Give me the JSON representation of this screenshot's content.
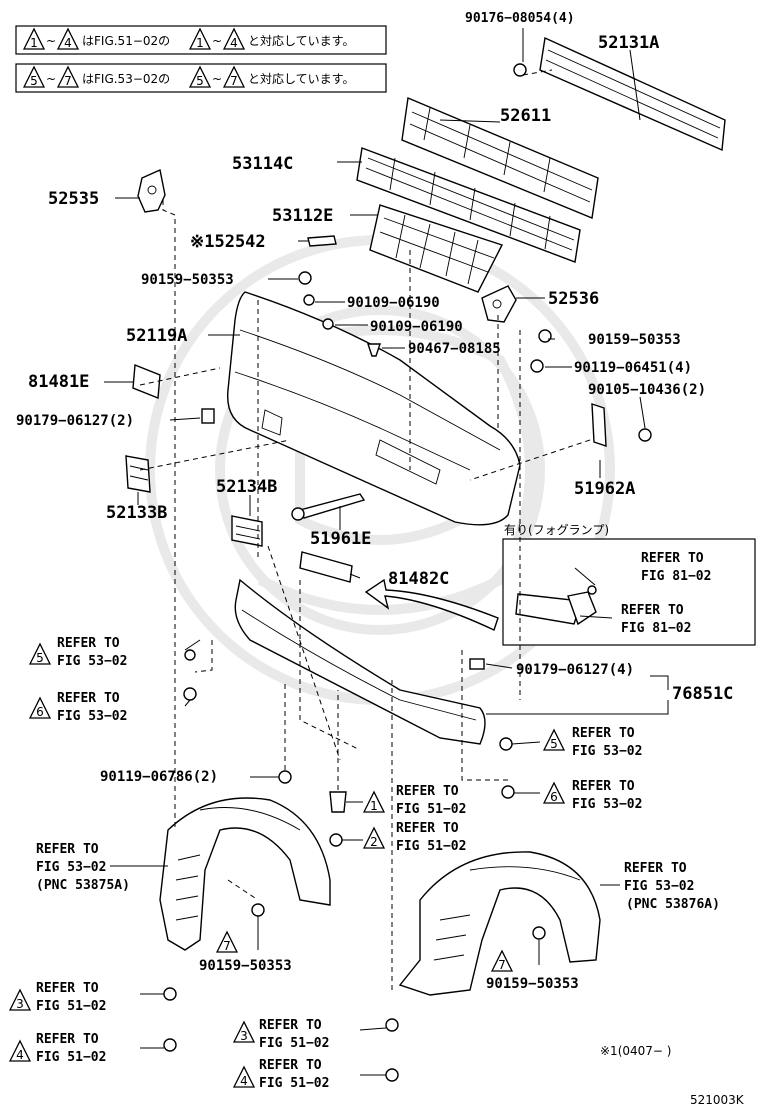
{
  "notes": {
    "line1": {
      "n1": "1",
      "t1": "~",
      "n2": "4",
      "t2": "はFIG.51−02の",
      "n3": "1",
      "t3": "~",
      "n4": "4",
      "t4": "と対応しています。"
    },
    "line2": {
      "n1": "5",
      "t1": "~",
      "n2": "7",
      "t2": "はFIG.53−02の",
      "n3": "5",
      "t3": "~",
      "n4": "7",
      "t4": "と対応しています。"
    }
  },
  "inset": {
    "title": "有り(フォグランプ)"
  },
  "footnote": "※1(0407−      )",
  "figure_code": "521003K",
  "parts": {
    "p52131A": "52131A",
    "p90176": "90176−08054(4)",
    "p52611": "52611",
    "p53114C": "53114C",
    "p52535": "52535",
    "p53112E": "53112E",
    "p52542": "※152542",
    "p90159a": "90159−50353",
    "p90109a": "90109−06190",
    "p52536": "52536",
    "p52119A": "52119A",
    "p90109b": "90109−06190",
    "p90159b": "90159−50353",
    "p90467": "90467−08185",
    "p81481E": "81481E",
    "p90119a": "90119−06451(4)",
    "p90105": "90105−10436(2)",
    "p90179a": "90179−06127(2)",
    "p51962A": "51962A",
    "p52134B": "52134B",
    "p52133B": "52133B",
    "p51961E": "51961E",
    "p81482C": "81482C",
    "p90179b": "90179−06127(4)",
    "p76851C": "76851C",
    "p90119b": "90119−06786(2)",
    "p90159c": "90159−50353",
    "p90159d": "90159−50353"
  },
  "refs": {
    "r_inset1": {
      "l1": "REFER TO",
      "l2": "FIG 81−02"
    },
    "r_inset2": {
      "l1": "REFER TO",
      "l2": "FIG 81−02"
    },
    "r5a": {
      "num": "5",
      "l1": "REFER TO",
      "l2": "FIG 53−02"
    },
    "r6a": {
      "num": "6",
      "l1": "REFER TO",
      "l2": "FIG 53−02"
    },
    "r5b": {
      "num": "5",
      "l1": "REFER TO",
      "l2": "FIG 53−02"
    },
    "r6b": {
      "num": "6",
      "l1": "REFER TO",
      "l2": "FIG 53−02"
    },
    "r1": {
      "num": "1",
      "l1": "REFER TO",
      "l2": "FIG 51−02"
    },
    "r2": {
      "num": "2",
      "l1": "REFER TO",
      "l2": "FIG 51−02"
    },
    "rL": {
      "l1": "REFER TO",
      "l2": "FIG 53−02",
      "l3": "(PNC 53875A)"
    },
    "rR": {
      "l1": "REFER TO",
      "l2": "FIG 53−02",
      "l3": "(PNC 53876A)"
    },
    "r7a": {
      "num": "7"
    },
    "r7b": {
      "num": "7"
    },
    "r3a": {
      "num": "3",
      "l1": "REFER TO",
      "l2": "FIG 51−02"
    },
    "r4a": {
      "num": "4",
      "l1": "REFER TO",
      "l2": "FIG 51−02"
    },
    "r3b": {
      "num": "3",
      "l1": "REFER TO",
      "l2": "FIG 51−02"
    },
    "r4b": {
      "num": "4",
      "l1": "REFER TO",
      "l2": "FIG 51−02"
    }
  }
}
